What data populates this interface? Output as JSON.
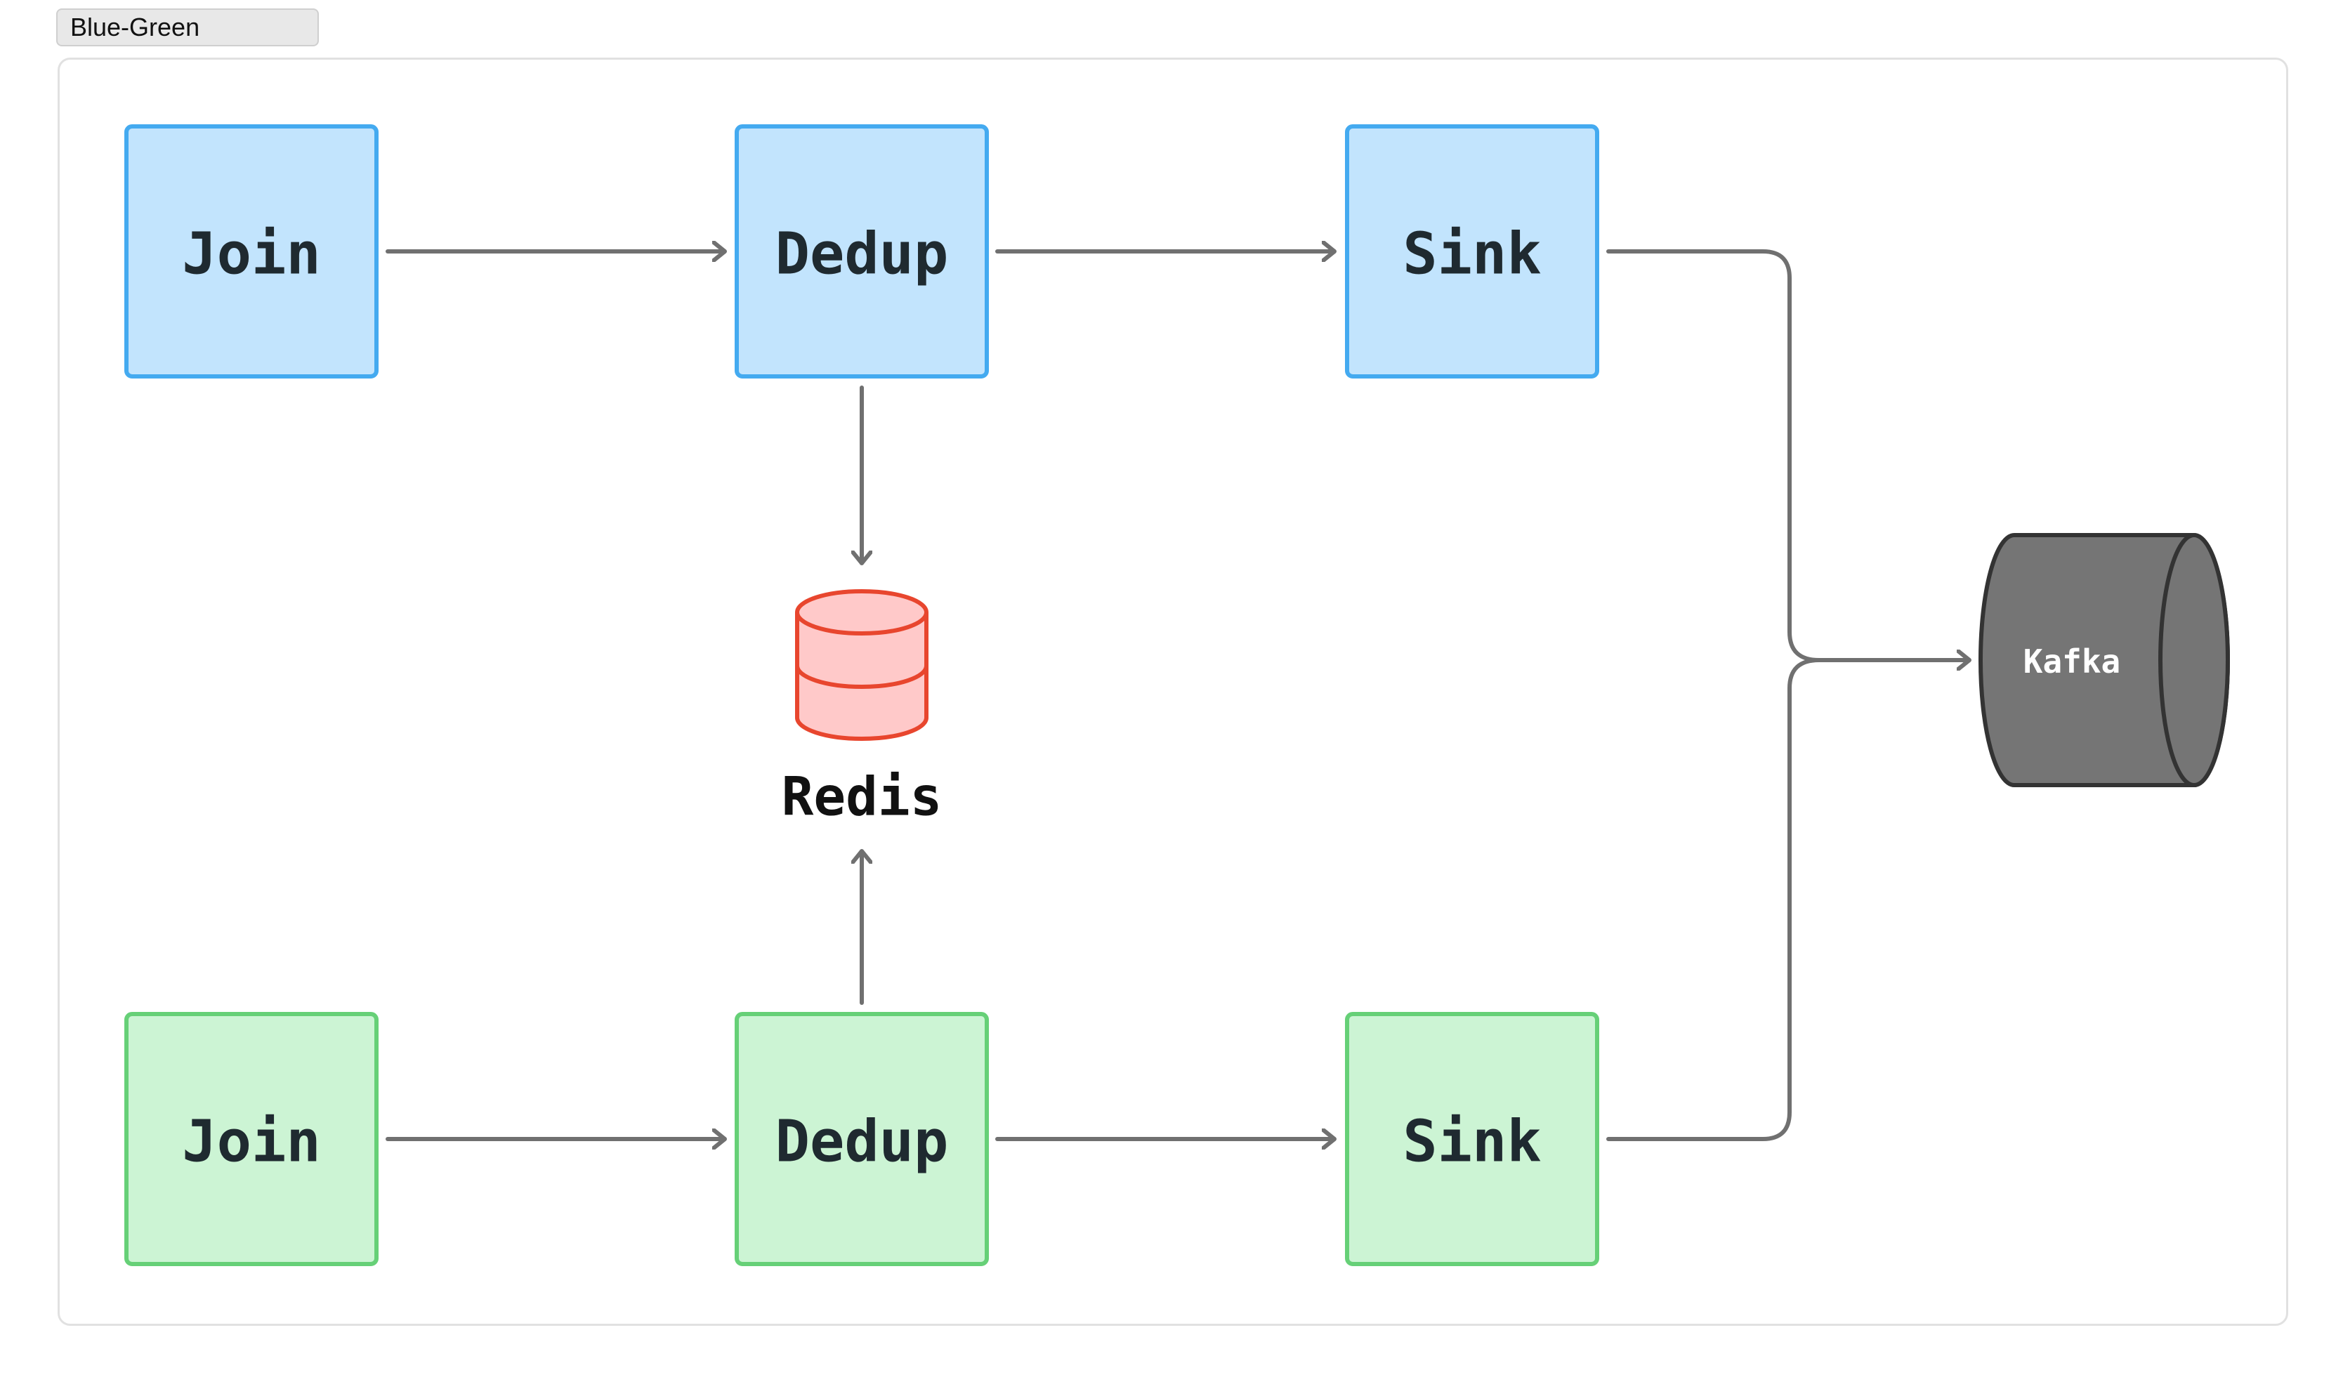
{
  "tab": {
    "label": "Blue-Green"
  },
  "colors": {
    "blue_fill": "#c2e4fd",
    "blue_stroke": "#44aaf0",
    "green_fill": "#ccf4d4",
    "green_stroke": "#66d077",
    "redis_fill": "#ffc9c9",
    "redis_stroke": "#e8462e",
    "kafka_fill": "#757575",
    "kafka_stroke": "#333333",
    "edge": "#707070"
  },
  "nodes": {
    "blue_join": "Join",
    "blue_dedup": "Dedup",
    "blue_sink": "Sink",
    "green_join": "Join",
    "green_dedup": "Dedup",
    "green_sink": "Sink",
    "redis": "Redis",
    "kafka": "Kafka"
  }
}
